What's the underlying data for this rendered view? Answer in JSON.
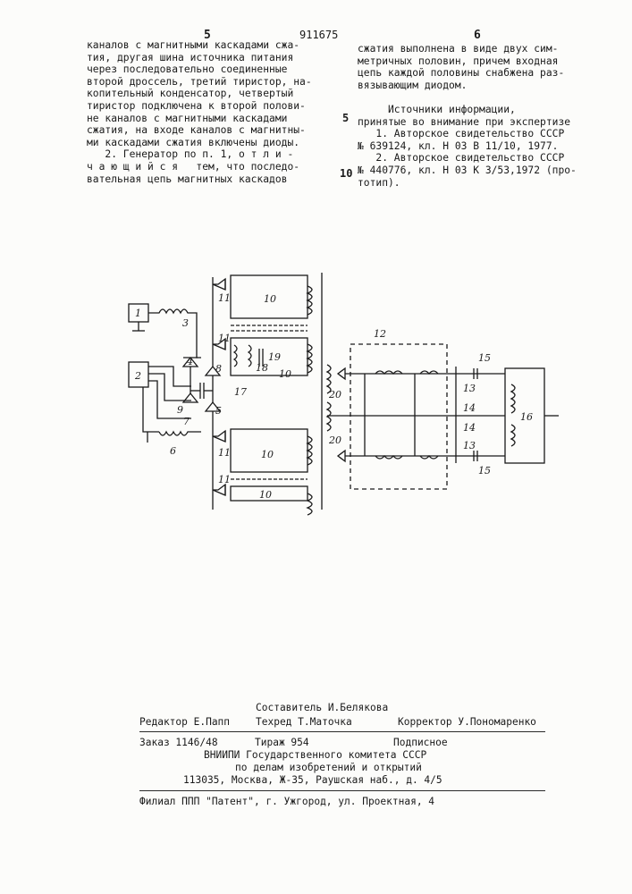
{
  "header": {
    "page_left": "5",
    "patent_number": "911675",
    "page_right": "6"
  },
  "left_column": [
    "каналов с магнитными каскадами сжа-",
    "тия, другая шина источника питания",
    "через последовательно соединенные",
    "второй дроссель, третий тиристор, на-",
    "копительный конденсатор, четвертый",
    "тиристор подключена к второй полови-",
    "не каналов с магнитными каскадами",
    "сжатия, на входе каналов с магнитны-",
    "ми каскадами сжатия включены диоды.",
    "   2. Генератор по п. 1, о т л и -",
    "ч а ю щ и й с я   тем, что последо-",
    "вательная цепь магнитных каскадов"
  ],
  "right_column": [
    "сжатия выполнена в виде двух сим-",
    "метричных половин, причем входная",
    "цепь каждой половины снабжена раз-",
    "вязывающим диодом.",
    "",
    "     Источники информации,",
    "принятые во внимание при экспертизе",
    "   1. Авторское свидетельство СССР",
    "№ 639124, кл. Н 03 В 11/10, 1977.",
    "   2. Авторское свидетельство СССР",
    "№ 440776, кл. Н 03 К 3/53,1972 (про-",
    "тотип)."
  ],
  "line_markers": {
    "five": "5",
    "ten": "10"
  },
  "diagram_labels": {
    "l1": "1",
    "l2": "2",
    "l3": "3",
    "l4": "4",
    "l5": "5",
    "l6": "6",
    "l7": "7",
    "l8": "8",
    "l9": "9",
    "l10": "10",
    "l11": "11",
    "l12": "12",
    "l13": "13",
    "l14": "14",
    "l15": "15",
    "l16": "16",
    "l17": "17",
    "l18": "18",
    "l19": "19",
    "l20": "20"
  },
  "footer": {
    "compiler": "Составитель И.Белякова",
    "editor": "Редактор Е.Папп",
    "techred": "Техред Т.Маточка",
    "corrector": "Корректор У.Пономаренко",
    "order": "Заказ 1146/48",
    "circulation": "Тираж 954",
    "subscription": "Подписное",
    "org1": "ВНИИПИ Государственного комитета СССР",
    "org2": "по делам изобретений и открытий",
    "address": "113035, Москва, Ж-35, Раушская наб., д. 4/5",
    "branch": "Филиал ППП \"Патент\", г. Ужгород, ул. Проектная, 4"
  }
}
